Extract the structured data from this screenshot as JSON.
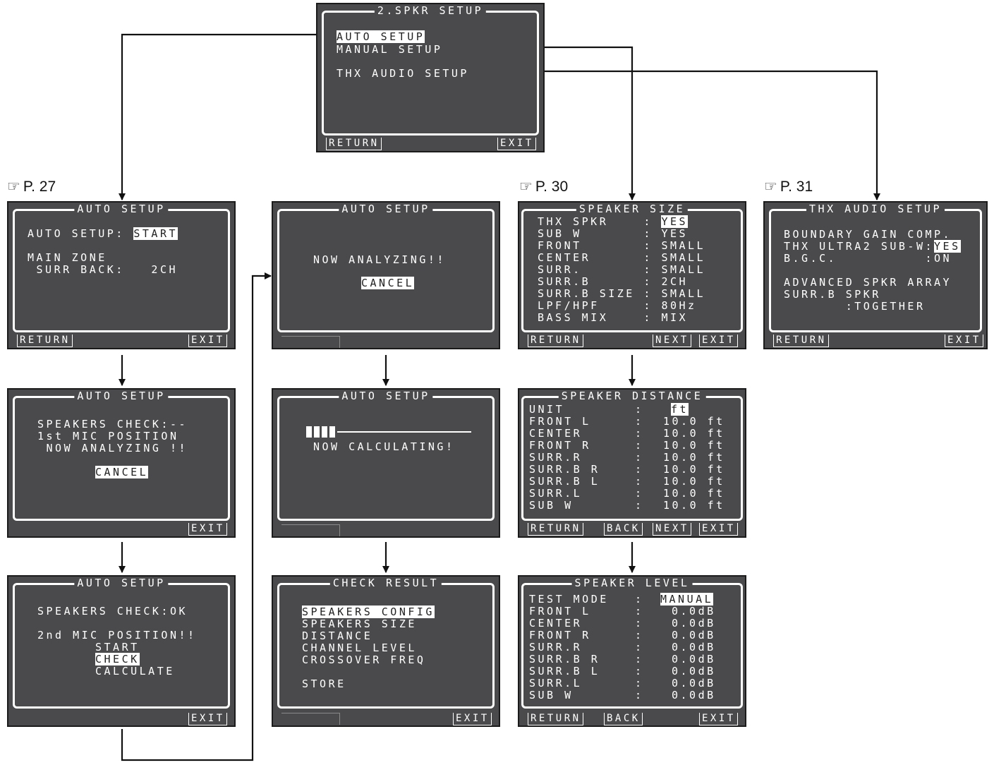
{
  "references": {
    "auto": "P. 27",
    "manual": "P. 30",
    "thx": "P. 31"
  },
  "spkr_setup": {
    "title": "2.SPKR SETUP",
    "items": [
      "AUTO SETUP",
      "MANUAL SETUP",
      "THX AUDIO SETUP"
    ],
    "return": "RETURN",
    "exit": "EXIT"
  },
  "auto_setup_1": {
    "title": "AUTO SETUP",
    "line1_label": "AUTO SETUP: ",
    "line1_value": "START",
    "line2": "MAIN ZONE",
    "line3": " SURR BACK:   2CH",
    "return": "RETURN",
    "exit": "EXIT"
  },
  "auto_setup_2": {
    "title": "AUTO SETUP",
    "lines": [
      "SPEAKERS CHECK:--",
      "1st MIC POSITION",
      " NOW ANALYZING !!"
    ],
    "cancel": "CANCEL",
    "exit": "EXIT"
  },
  "auto_setup_3": {
    "title": "AUTO SETUP",
    "line1": "SPEAKERS CHECK:OK",
    "line2": "2nd MIC POSITION!!",
    "options": [
      "START",
      "CHECK",
      "CALCULATE"
    ],
    "exit": "EXIT"
  },
  "analyzing": {
    "title": "AUTO SETUP",
    "message": "NOW ANALYZING!!",
    "cancel": "CANCEL"
  },
  "calculating": {
    "title": "AUTO SETUP",
    "message": "NOW CALCULATING!",
    "progress_blocks": 4
  },
  "check_result": {
    "title": "CHECK RESULT",
    "items": [
      "SPEAKERS CONFIG",
      "SPEAKERS SIZE",
      "DISTANCE",
      "CHANNEL LEVEL",
      "CROSSOVER FREQ"
    ],
    "store": "STORE",
    "exit": "EXIT"
  },
  "speaker_size": {
    "title": "SPEAKER SIZE",
    "rows": [
      {
        "label": "THX SPKR    ",
        "value": "YES"
      },
      {
        "label": "SUB W       ",
        "value": "YES"
      },
      {
        "label": "FRONT       ",
        "value": "SMALL"
      },
      {
        "label": "CENTER      ",
        "value": "SMALL"
      },
      {
        "label": "SURR.       ",
        "value": "SMALL"
      },
      {
        "label": "SURR.B      ",
        "value": "2CH"
      },
      {
        "label": "SURR.B SIZE ",
        "value": "SMALL"
      },
      {
        "label": "LPF/HPF     ",
        "value": "80Hz"
      },
      {
        "label": "BASS MIX    ",
        "value": "MIX"
      }
    ],
    "return": "RETURN",
    "next": "NEXT",
    "exit": "EXIT"
  },
  "speaker_distance": {
    "title": "SPEAKER DISTANCE",
    "unit_label": "UNIT",
    "unit_value": "ft",
    "rows": [
      {
        "label": "FRONT L",
        "value": "10.0 ft"
      },
      {
        "label": "CENTER",
        "value": "10.0 ft"
      },
      {
        "label": "FRONT R",
        "value": "10.0 ft"
      },
      {
        "label": "SURR.R",
        "value": "10.0 ft"
      },
      {
        "label": "SURR.B R",
        "value": "10.0 ft"
      },
      {
        "label": "SURR.B L",
        "value": "10.0 ft"
      },
      {
        "label": "SURR.L",
        "value": "10.0 ft"
      },
      {
        "label": "SUB W",
        "value": "10.0 ft"
      }
    ],
    "return": "RETURN",
    "back": "BACK",
    "next": "NEXT",
    "exit": "EXIT"
  },
  "speaker_level": {
    "title": "SPEAKER LEVEL",
    "mode_label": "TEST MODE",
    "mode_value": "MANUAL",
    "rows": [
      {
        "label": "FRONT L",
        "value": "0.0dB"
      },
      {
        "label": "CENTER",
        "value": "0.0dB"
      },
      {
        "label": "FRONT R",
        "value": "0.0dB"
      },
      {
        "label": "SURR.R",
        "value": "0.0dB"
      },
      {
        "label": "SURR.B R",
        "value": "0.0dB"
      },
      {
        "label": "SURR.B L",
        "value": "0.0dB"
      },
      {
        "label": "SURR.L",
        "value": "0.0dB"
      },
      {
        "label": "SUB W",
        "value": "0.0dB"
      }
    ],
    "return": "RETURN",
    "back": "BACK",
    "exit": "EXIT"
  },
  "thx_audio_setup": {
    "title": "THX AUDIO SETUP",
    "line1": "BOUNDARY GAIN COMP.",
    "line2_label": "THX ULTRA2 SUB-W:",
    "line2_value": "YES",
    "line3": "B.G.C.          :ON",
    "line4": "ADVANCED SPKR ARRAY",
    "line5": "SURR.B SPKR",
    "line6": "       :TOGETHER",
    "return": "RETURN",
    "exit": "EXIT"
  }
}
